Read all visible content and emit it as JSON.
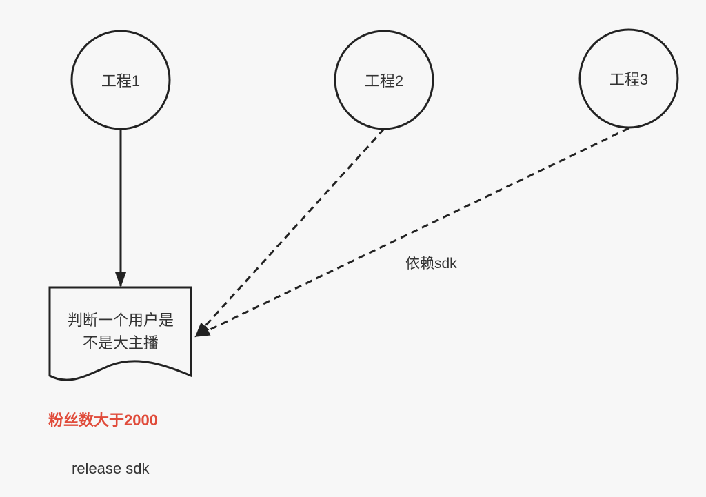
{
  "nodes": [
    {
      "label": "工程1"
    },
    {
      "label": "工程2"
    },
    {
      "label": "工程3"
    }
  ],
  "document": {
    "line1": "判断一个用户是",
    "line2": "不是大主播"
  },
  "edge_label": "依赖sdk",
  "condition_note": "粉丝数大于2000",
  "release_note": "release sdk",
  "colors": {
    "stroke": "#222222",
    "note": "#e04b3a",
    "text": "#333333",
    "background": "#f7f7f7"
  }
}
